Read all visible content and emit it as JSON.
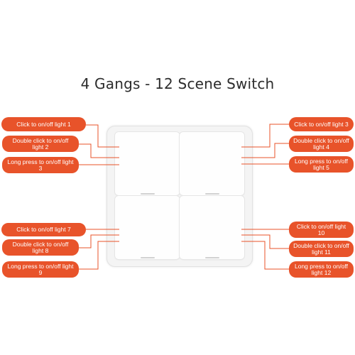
{
  "title": "4 Gangs  - 12 Scene Switch",
  "labels": {
    "l1": "Click to on/off light 1",
    "l2": "Double click to on/off light 2",
    "l3": "Long press to on/off light 3",
    "l7": "Click to on/off light 7",
    "l8": "Double click to on/off light 8",
    "l9": "Long press to on/off light 9",
    "r1": "Click to on/off light 3",
    "r2": "Double click to on/off light 4",
    "r3": "Long press to on/off light 5",
    "r4": "Click to on/off light 10",
    "r5": "Double click to on/off light 11",
    "r6": "Long press to on/off light 12"
  },
  "colors": {
    "label_bg": "#e8532a",
    "leader": "#e8532a"
  }
}
